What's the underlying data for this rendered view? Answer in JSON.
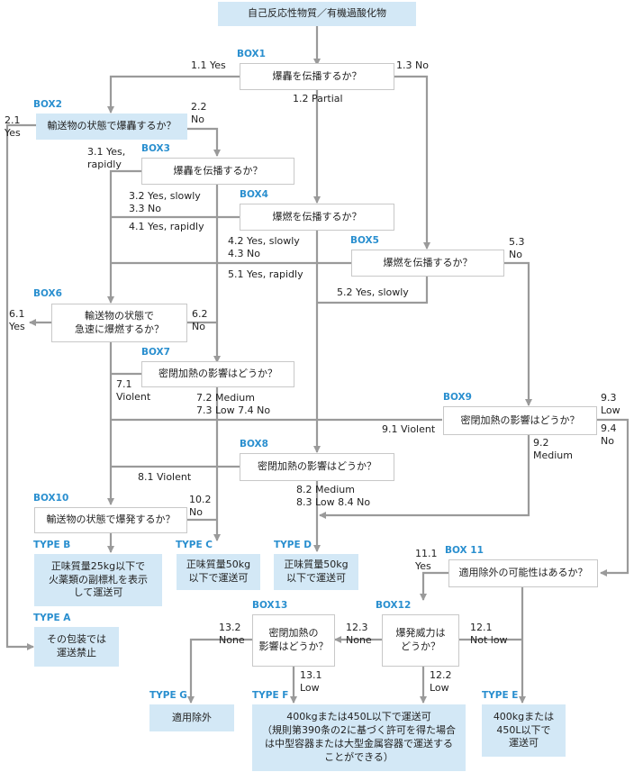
{
  "nodes": {
    "start": "自己反応性物質／有機過酸化物",
    "box1": "爆轟を伝播するか？",
    "box2": "輸送物の状態で爆轟するか？",
    "box3": "爆轟を伝播するか？",
    "box4": "爆燃を伝播するか？",
    "box5": "爆燃を伝播するか？",
    "box6": "輸送物の状態で\n急速に爆燃するか？",
    "box7": "密閉加熱の影響はどうか？",
    "box8": "密閉加熱の影響はどうか？",
    "box9": "密閉加熱の影響はどうか？",
    "box10": "輸送物の状態で爆発するか？",
    "box11": "適用除外の可能性はあるか？",
    "box12": "爆発威力は\nどうか？",
    "box13": "密閉加熱の\n影響はどうか？",
    "typeA": "その包装では\n運送禁止",
    "typeB": "正味質量25kg以下で\n火薬類の副標札を表示\nして運送可",
    "typeC": "正味質量50kg\n以下で運送可",
    "typeD": "正味質量50kg\n以下で運送可",
    "typeE": "400kgまたは\n450L以下で\n運送可",
    "typeF": "400kgまたは450L以下で運送可\n（規則第390条の2に基づく許可を得た場合\nは中型容器または大型金属容器で運送する\nことができる）",
    "typeG": "適用除外"
  },
  "tags": {
    "box1": "BOX1",
    "box2": "BOX2",
    "box3": "BOX3",
    "box4": "BOX4",
    "box5": "BOX5",
    "box6": "BOX6",
    "box7": "BOX7",
    "box8": "BOX8",
    "box9": "BOX9",
    "box10": "BOX10",
    "box11": "BOX 11",
    "box12": "BOX12",
    "box13": "BOX13",
    "typeA": "TYPE A",
    "typeB": "TYPE B",
    "typeC": "TYPE C",
    "typeD": "TYPE D",
    "typeE": "TYPE E",
    "typeF": "TYPE F",
    "typeG": "TYPE G"
  },
  "edges": {
    "e1_1": "1.1 Yes",
    "e1_2": "1.2  Partial",
    "e1_3": "1.3 No",
    "e2_1": "2.1\nYes",
    "e2_2": "2.2\nNo",
    "e3_1": "3.1 Yes,\nrapidly",
    "e3_2": "3.2 Yes, slowly\n3.3 No",
    "e4_1": "4.1 Yes, rapidly",
    "e4_2": "4.2 Yes, slowly\n4.3 No",
    "e5_1": "5.1 Yes, rapidly",
    "e5_2": "5.2 Yes, slowly",
    "e5_3": "5.3\nNo",
    "e6_1": "6.1\nYes",
    "e6_2": "6.2\nNo",
    "e7_1": "7.1\nViolent",
    "e7_2": "7.2  Medium\n7.3  Low    7.4 No",
    "e8_1": "8.1 Violent",
    "e8_2": "8.2  Medium\n8.3  Low    8.4 No",
    "e9_1": "9.1 Violent",
    "e9_2": "9.2\nMedium",
    "e9_3": "9.3\nLow",
    "e9_4": "9.4\nNo",
    "e10_2": "10.2\nNo",
    "e11_1": "11.1\nYes",
    "e12_1": "12.1\nNot low",
    "e12_2": "12.2\nLow",
    "e12_3": "12.3\nNone",
    "e13_1": "13.1\nLow",
    "e13_2": "13.2\nNone"
  },
  "colors": {
    "line": "#9a9a9a",
    "tag": "#2a8fcf",
    "fill": "#d3e8f6"
  }
}
